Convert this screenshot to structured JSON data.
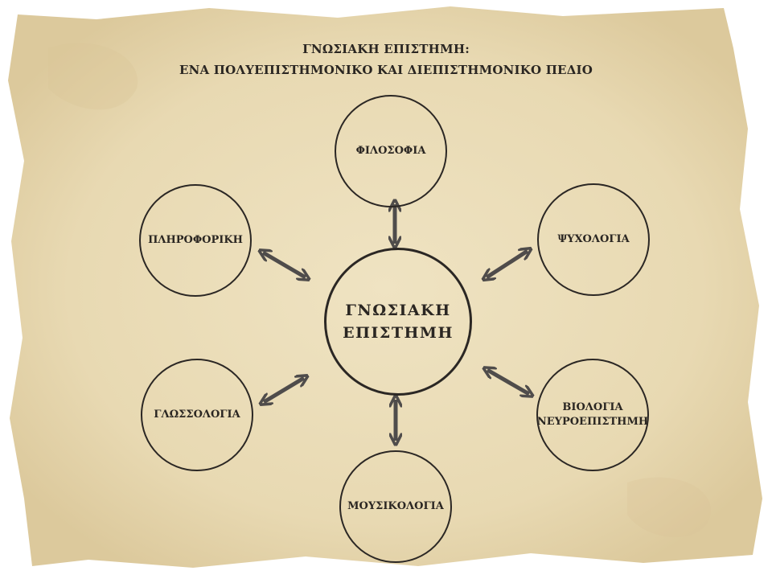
{
  "title": {
    "line1": "ΓΝΩΣΙΑΚΗ ΕΠΙΣΤΗΜΗ:",
    "line2": "ΕΝΑ ΠΟΛΥΕΠΙΣΤΗΜΟΝΙΚΟ ΚΑΙ ΔΙΕΠΙΣΤΗΜΟΝΙΚΟ ΠΕΔΙΟ"
  },
  "center": {
    "line1": "ΓΝΩΣΙΑΚΗ",
    "line2": "ΕΠΙΣΤΗΜΗ"
  },
  "nodes": {
    "philosophy": "ΦΙΛΟΣΟΦΙΑ",
    "informatics": "ΠΛΗΡΟΦΟΡΙΚΗ",
    "psychology": "ΨΥΧΟΛΟΓΙΑ",
    "linguistics": "ΓΛΩΣΣΟΛΟΓΙΑ",
    "biology_line1": "ΒΙΟΛΟΓΙΑ",
    "biology_line2": "ΝΕΥΡΟΕΠΙΣΤΗΜΗ",
    "musicology": "ΜΟΥΣΙΚΟΛΟΓΙΑ"
  },
  "colors": {
    "paper": "#e7d9b3",
    "ink": "#2b2724",
    "arrow": "#4f4c4b"
  }
}
